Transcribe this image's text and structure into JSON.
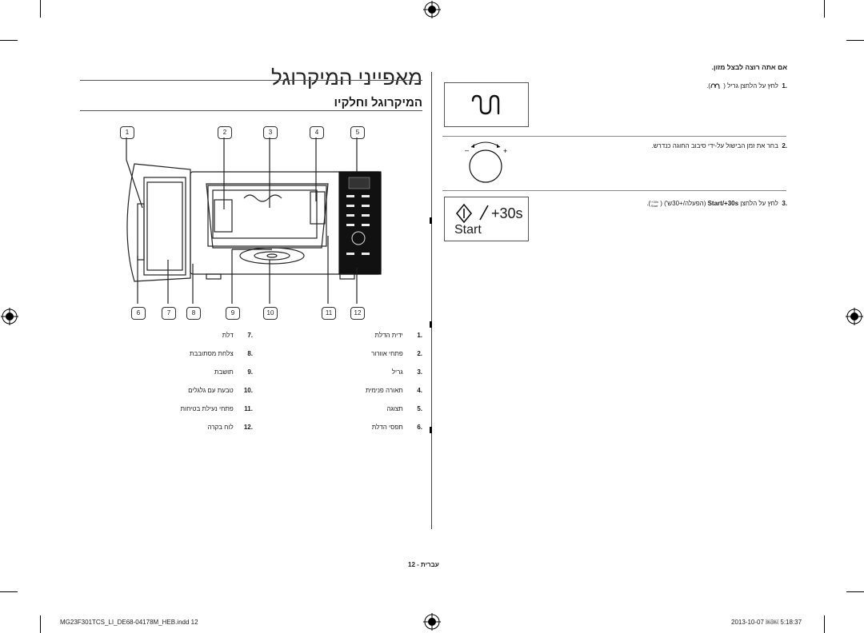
{
  "page": {
    "title": "מאפייני המיקרוגל",
    "section_title": "המיקרוגל וחלקיו",
    "page_number": "עברית - 12",
    "footer_file": "MG23F301TCS_LI_DE68-04178M_HEB.indd   12",
    "footer_date": "2013-10-07   ￼￼ 5:18:37"
  },
  "callouts_top": [
    "1",
    "2",
    "3",
    "4",
    "5"
  ],
  "callouts_bottom": [
    "6",
    "7",
    "8",
    "9",
    "10",
    "11",
    "12"
  ],
  "parts_right": [
    {
      "num": ".1",
      "name": "ידית הדלת"
    },
    {
      "num": ".2",
      "name": "פתחי אוורור"
    },
    {
      "num": ".3",
      "name": "גריל"
    },
    {
      "num": ".4",
      "name": "תאורה פנימית"
    },
    {
      "num": ".5",
      "name": "תצוגה"
    },
    {
      "num": ".6",
      "name": "תפסי הדלת"
    }
  ],
  "parts_left": [
    {
      "num": ".7",
      "name": "דלת"
    },
    {
      "num": ".8",
      "name": "צלחת מסתובבת"
    },
    {
      "num": ".9",
      "name": "תושבת"
    },
    {
      "num": ".10",
      "name": "טבעת עם גלגלים"
    },
    {
      "num": ".11",
      "name": "פתחי נעילת בטיחות"
    },
    {
      "num": ".12",
      "name": "לוח בקרה"
    }
  ],
  "quick": {
    "heading": "אם אתה רוצה לבצל מזון.",
    "step1_num": ".1",
    "step1_text": "לחץ על הלחצן גריל (",
    "step1_tail": ").",
    "step2_num": ".2",
    "step2_text": "בחר את זמן הבישול על-ידי סיבוב החוגה כנדרש.",
    "step3_num": ".3",
    "step3_text_pre": "לחץ על הלחצן ",
    "step3_bold": "Start/+30s",
    "step3_text_post": " (הפעלה/+30ש') (",
    "step3_icon_label_top": "/+30s",
    "step3_icon_label_bottom": "Start",
    "step3_tail": ").",
    "start_panel_plus": "+30s",
    "start_panel_label": "Start",
    "dial_minus": "–",
    "dial_plus": "+"
  },
  "icons": {
    "grill": "grill-wave-icon",
    "dial": "timer-dial-icon",
    "start": "start-diamond-icon"
  }
}
